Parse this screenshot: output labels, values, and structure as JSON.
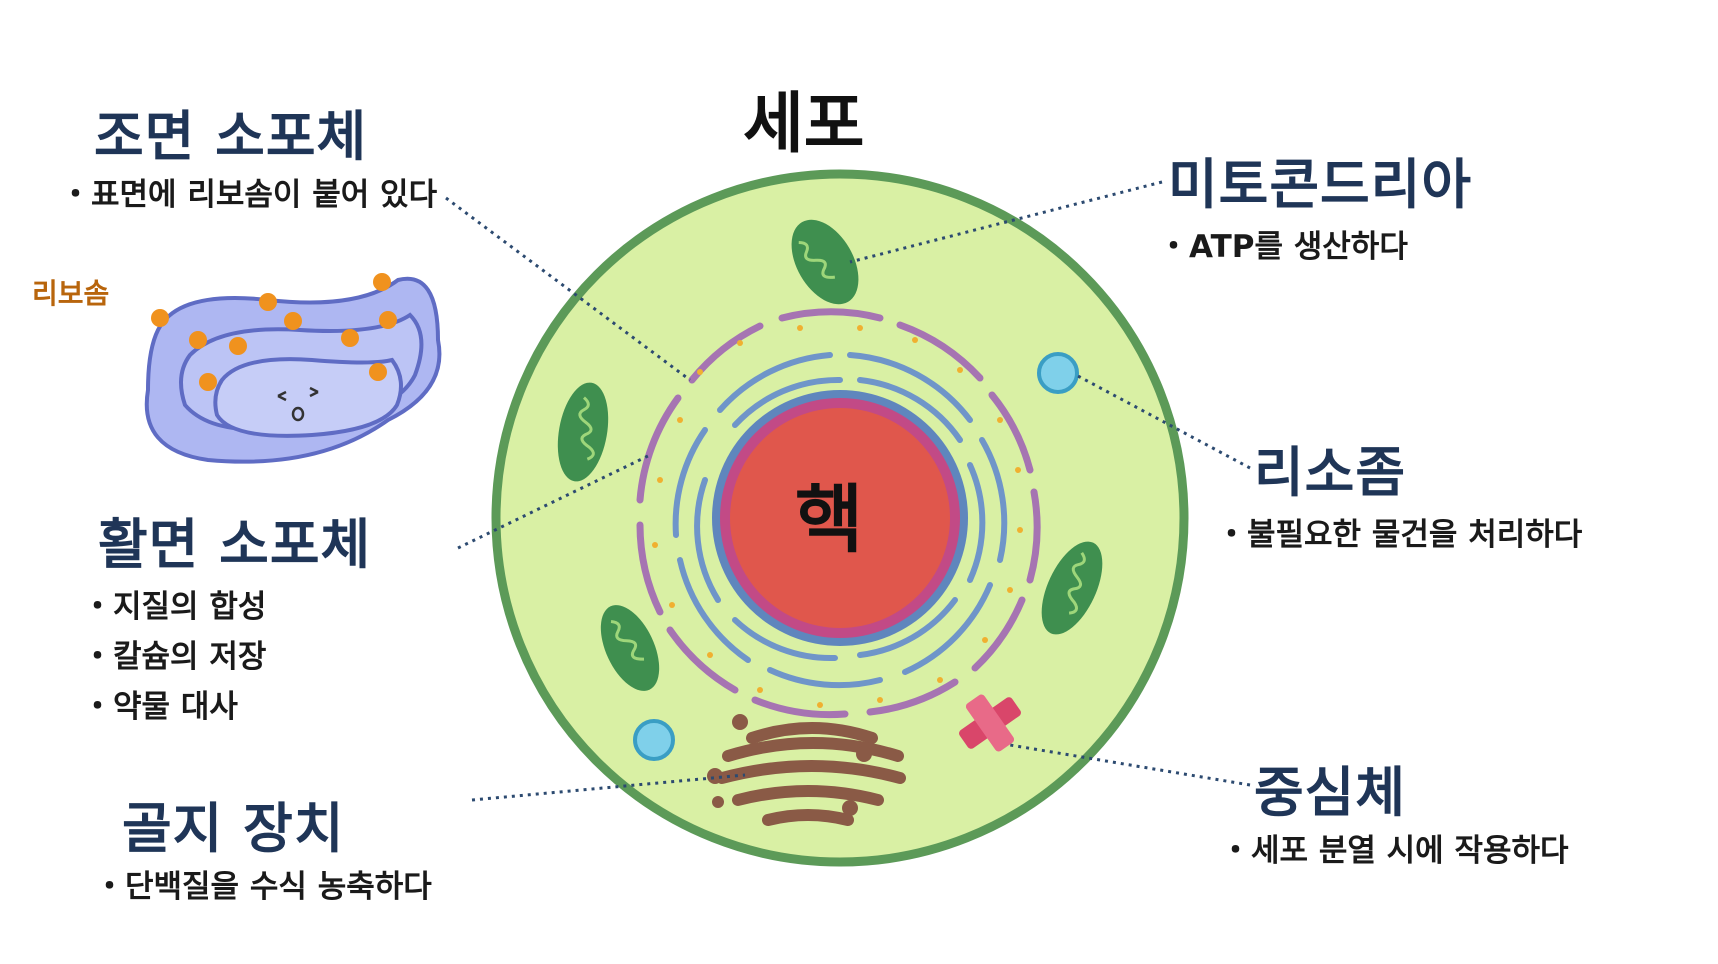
{
  "title": "세포",
  "nucleus": "핵",
  "ribosome_label": "리보솜",
  "organelles": {
    "rough_er": {
      "name": "조면 소포체",
      "desc": "・표면에 리보솜이 붙어 있다"
    },
    "smooth_er": {
      "name": "활면 소포체",
      "desc": [
        "・지질의 합성",
        "・칼슘의 저장",
        "・약물 대사"
      ]
    },
    "golgi": {
      "name": "골지 장치",
      "desc": "・단백질을 수식 농축하다"
    },
    "mitochondria": {
      "name": "미토콘드리아",
      "desc": "・ATP를 생산하다"
    },
    "lysosome": {
      "name": "리소좀",
      "desc": "・불필요한 물건을 처리하다"
    },
    "centrosome": {
      "name": "중심체",
      "desc": "・세포 분열 시에 작용하다"
    }
  },
  "colors": {
    "heading": "#1f3557",
    "cytoplasm": "#d9f0a4",
    "cell_membrane": "#5c9a58",
    "nucleus": "#e0574c",
    "nuclear_envelope": "#c24a86",
    "er": "#6f95c9",
    "mitochondria": "#3f8f4f",
    "lysosome": "#7fd0ea",
    "golgi": "#8a5a46",
    "centrosome": "#d9466a",
    "ribosome": "#f0921e"
  }
}
